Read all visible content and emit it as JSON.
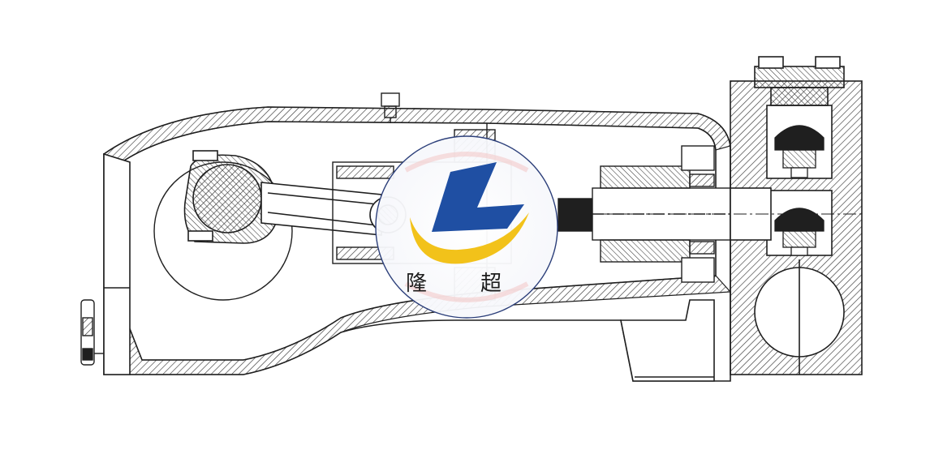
{
  "diagram": {
    "kind": "pump power-end and fluid-end cross-section drawing",
    "colors": {
      "line": "#1f1f1f",
      "hatch": "#3a3a3a",
      "background": "#ffffff",
      "logo_blue": "#1f4fa3",
      "logo_yellow": "#f2c21a",
      "logo_ring": "#2c3f7a"
    }
  },
  "watermark_logo": {
    "char_left": "隆",
    "char_right": "超"
  }
}
